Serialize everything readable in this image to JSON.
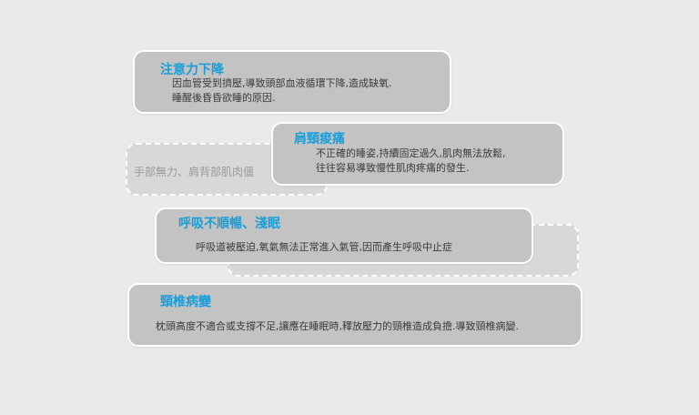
{
  "bubbles": {
    "attention": {
      "title": "注意力下降",
      "line1": "因血管受到擠壓,導致頭部血液循環下降,造成缺氧.",
      "line2": "睡醒後昏昏欲睡的原因."
    },
    "neck": {
      "title": "肩頸痠痛",
      "line1": "不正確的睡姿,持續固定過久,肌肉無法放鬆,",
      "line2": "往往容易導致慢性肌肉疼痛的發生."
    },
    "hands": {
      "text": "手部無力、肩背部肌肉僵"
    },
    "breath": {
      "title": "呼吸不順暢、淺眠",
      "line1": "呼吸道被壓迫,氧氣無法正常進入氣管,因而產生呼吸中止症"
    },
    "spine": {
      "title": "頸椎病變",
      "line1": "枕頭高度不適合或支撐不足,讓應在睡眠時,釋放壓力的頸椎造成負擔.導致頸椎病變."
    }
  },
  "colors": {
    "background": "#e9eaec",
    "bubble_fill": "#c3c3c3",
    "bubble_border": "#ffffff",
    "title": "#1a9ed9",
    "body_text": "#3a3a3a"
  }
}
